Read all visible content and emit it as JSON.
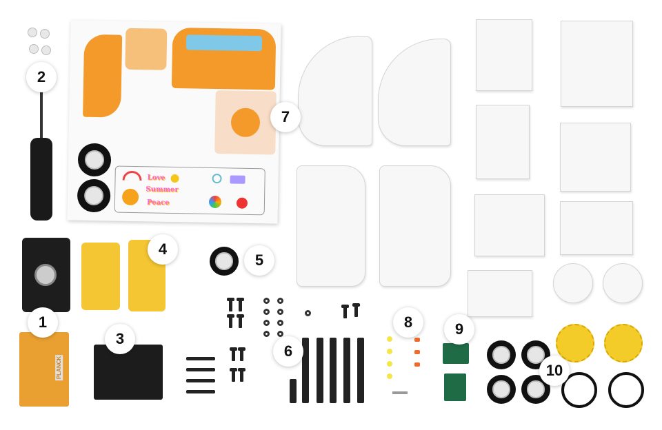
{
  "labels": [
    "1",
    "2",
    "3",
    "4",
    "5",
    "6",
    "7",
    "8",
    "9",
    "10"
  ],
  "sticker_sheet": {
    "words": [
      "Love",
      "Summer",
      "Peace"
    ]
  },
  "board_text": "PLANCK",
  "colors": {
    "accent_orange": "#f39a2b",
    "board_orange": "#e9a031",
    "motor_yellow": "#f4c633"
  }
}
